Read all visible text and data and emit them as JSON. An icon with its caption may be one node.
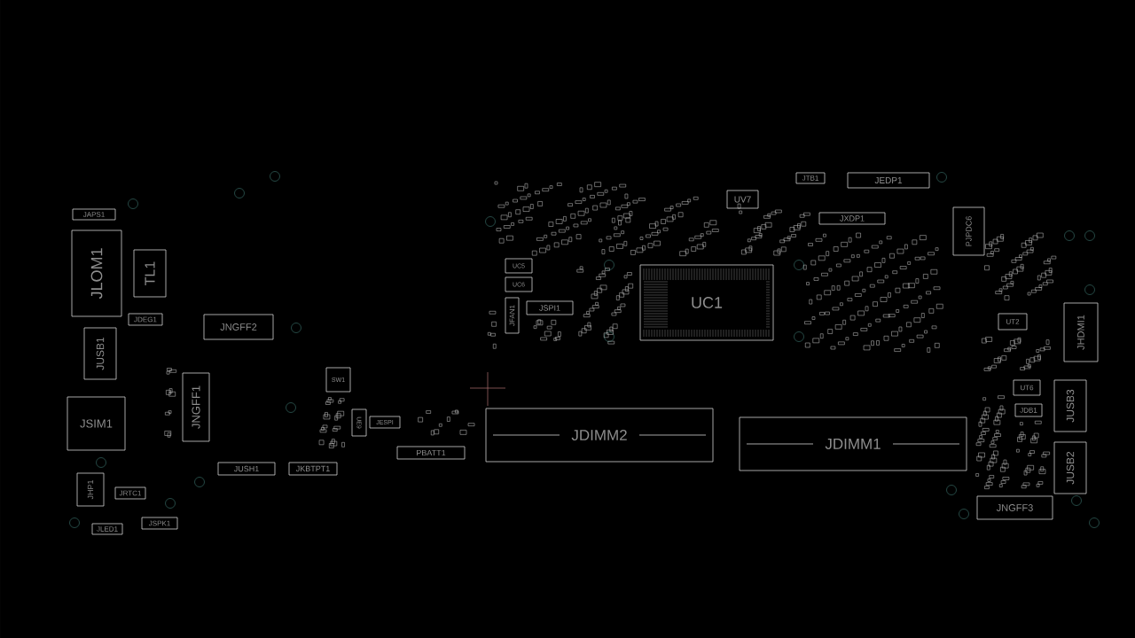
{
  "diagram": {
    "nodes": [
      {
        "text": [
          "JAPS1"
        ]
      },
      {
        "text": [
          "JLOM1"
        ]
      },
      {
        "text": [
          "TL1"
        ]
      },
      {
        "text": [
          "JDEG1"
        ]
      },
      {
        "text": [
          "JNGFF2"
        ]
      },
      {
        "text": [
          "JUSB1"
        ]
      },
      {
        "text": [
          "JNGFF1"
        ]
      },
      {
        "text": [
          "JSIM1"
        ]
      },
      {
        "text": [
          "JUSH1"
        ]
      },
      {
        "text": [
          "JKBTPT1"
        ]
      },
      {
        "text": [
          "JHP1"
        ]
      },
      {
        "text": [
          "JRTC1"
        ]
      },
      {
        "text": [
          "JSPK1"
        ]
      },
      {
        "text": [
          "JLED1"
        ]
      },
      {
        "text": [
          "SW1"
        ]
      },
      {
        "text": [
          "UE9"
        ]
      },
      {
        "text": [
          "JESPI"
        ]
      },
      {
        "text": [
          "PBATT1"
        ]
      },
      {
        "text": [
          "JDIMM2"
        ]
      },
      {
        "text": [
          "JDIMM1"
        ]
      },
      {
        "text": [
          "UC5"
        ]
      },
      {
        "text": [
          "UC6"
        ]
      },
      {
        "text": [
          "JFAN1"
        ]
      },
      {
        "text": [
          "JSPI1"
        ]
      },
      {
        "text": [
          "UC1"
        ]
      },
      {
        "text": [
          "UV7"
        ]
      },
      {
        "text": [
          "JTB1"
        ]
      },
      {
        "text": [
          "JEDP1"
        ]
      },
      {
        "text": [
          "JXDP1"
        ]
      },
      {
        "text": [
          "PJPDC6"
        ]
      },
      {
        "text": [
          "UT2"
        ]
      },
      {
        "text": [
          "JHDMI1"
        ]
      },
      {
        "text": [
          "UT6"
        ]
      },
      {
        "text": [
          "JDB1"
        ]
      },
      {
        "text": [
          "JUSB3"
        ]
      },
      {
        "text": [
          "JUSB2"
        ]
      },
      {
        "text": [
          "JNGFF3"
        ]
      }
    ]
  }
}
